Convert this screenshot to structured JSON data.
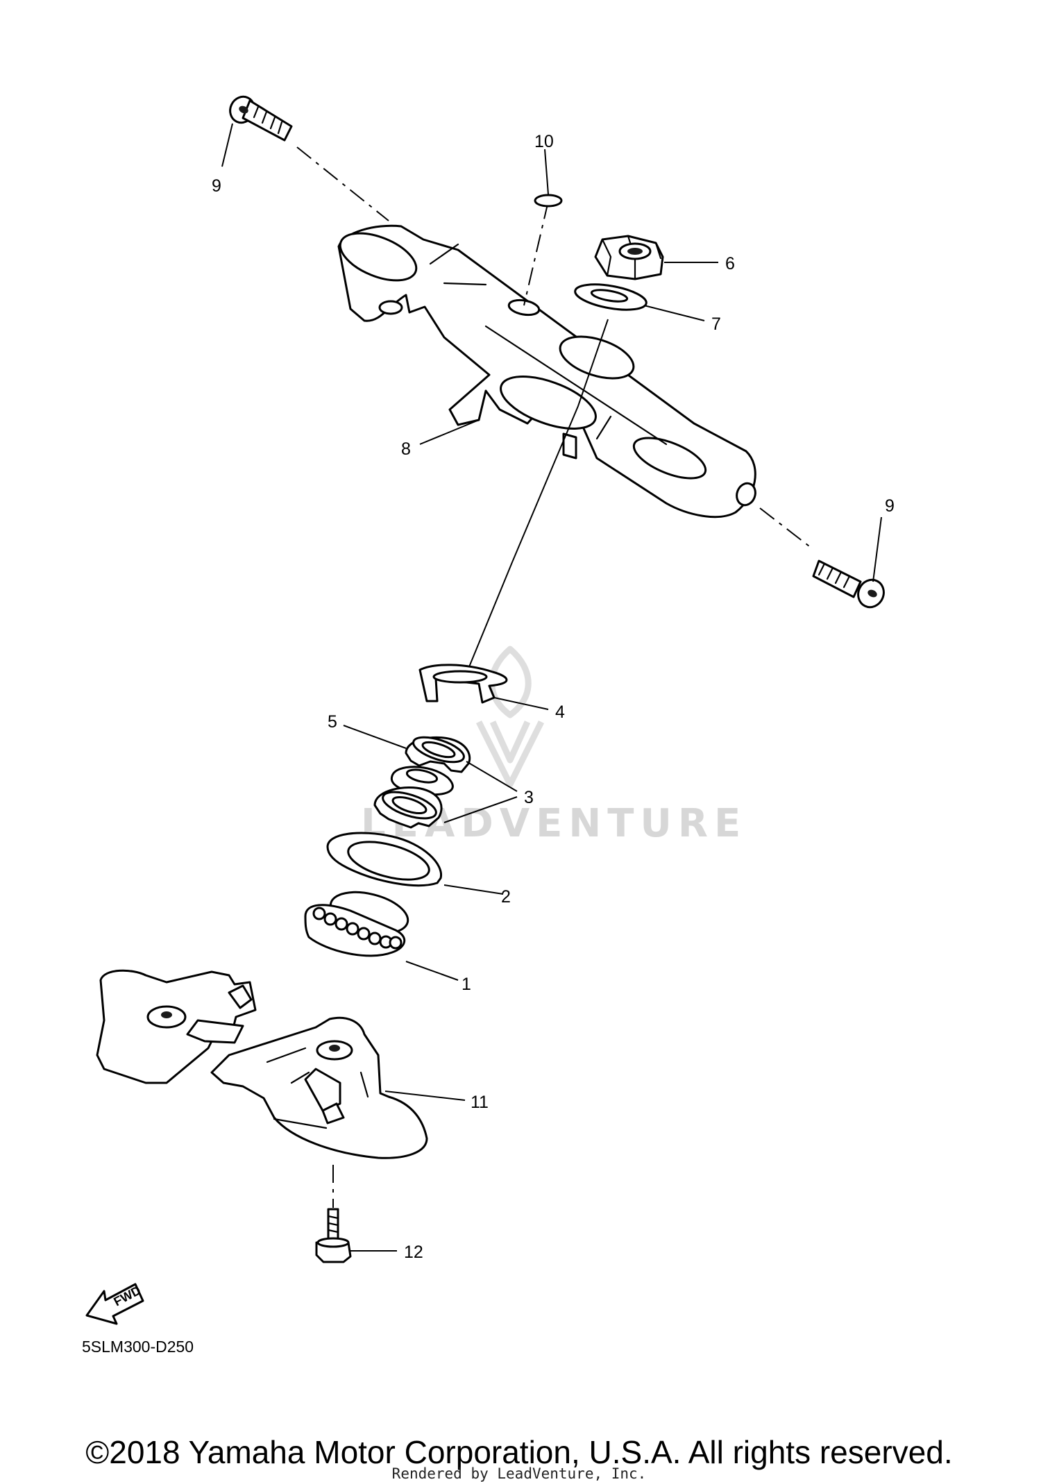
{
  "callouts": {
    "c1": "1",
    "c2": "2",
    "c3": "3",
    "c4": "4",
    "c5": "5",
    "c6": "6",
    "c7": "7",
    "c8": "8",
    "c9_upper": "9",
    "c9_lower": "9",
    "c10": "10",
    "c11": "11",
    "c12": "12"
  },
  "diagram_code": "5SLM300-D250",
  "fwd_badge": "FWD",
  "copyright": "©2018 Yamaha Motor Corporation, U.S.A. All rights reserved.",
  "rendered_by": "Rendered by LeadVenture, Inc.",
  "watermark": "LEADVENTURE",
  "colors": {
    "line": "#000000",
    "background": "#ffffff",
    "watermark": "#d7d7d7"
  }
}
